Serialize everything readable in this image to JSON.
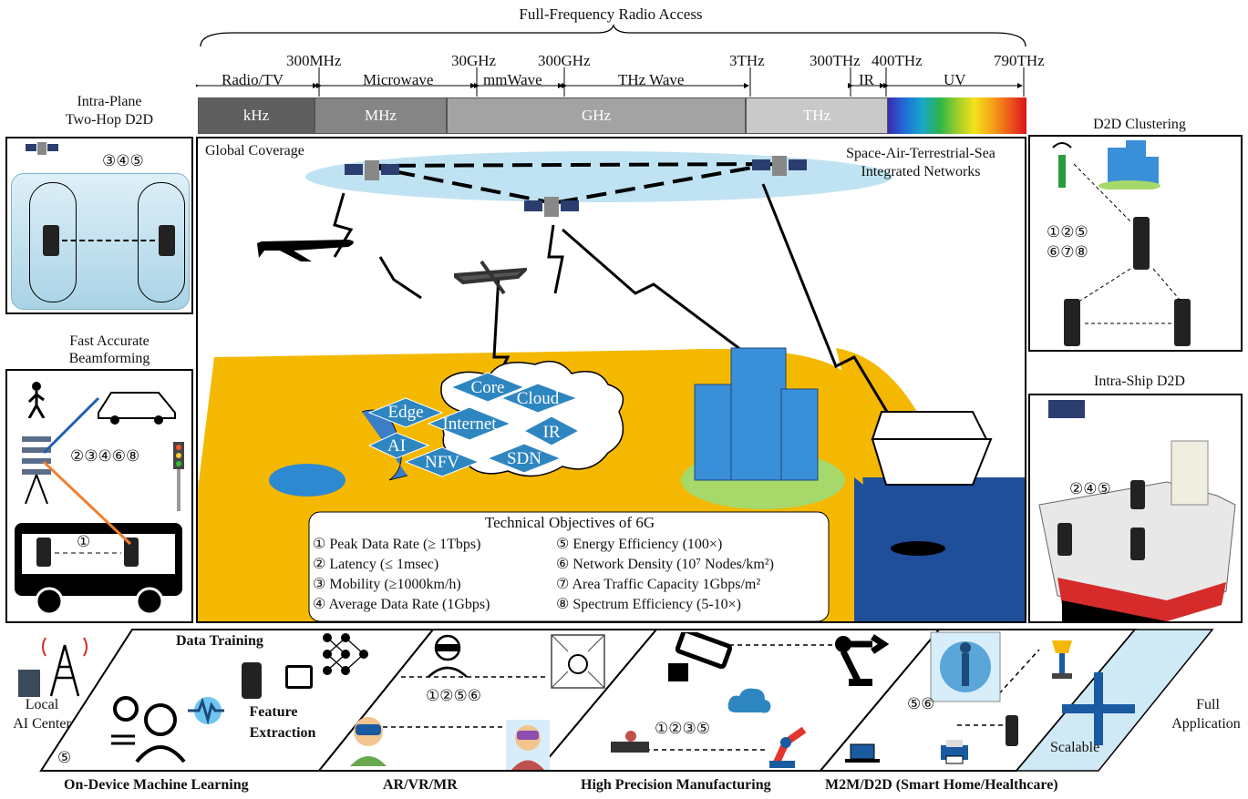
{
  "spectrum": {
    "header": "Full-Frequency Radio Access",
    "frequencies": [
      "300MHz",
      "30GHz",
      "300GHz",
      "3THz",
      "300THz",
      "400THz",
      "790THz"
    ],
    "regions": [
      "Radio/TV",
      "Microwave",
      "mmWave",
      "THz Wave",
      "IR",
      "UV"
    ],
    "bands": [
      "kHz",
      "MHz",
      "GHz",
      "THz"
    ],
    "colors": {
      "khz": "#6b6b6b",
      "mhz": "#8a8a8a",
      "ghz": "#a6a6a6",
      "thz": "#c8c8c8"
    }
  },
  "main": {
    "global_coverage": "Global Coverage",
    "sats_title_1": "Space-Air-Terrestrial-Sea",
    "sats_title_2": "Integrated Networks",
    "cloud_items": [
      "Core",
      "Edge",
      "Cloud",
      "Internet",
      "IR",
      "AI",
      "NFV",
      "SDN"
    ],
    "objectives_title": "Technical Objectives of 6G",
    "objectives_left": [
      "① Peak Data Rate (≥ 1Tbps)",
      "② Latency (≤ 1msec)",
      "③ Mobility (≥1000km/h)",
      "④ Average Data Rate (1Gbps)"
    ],
    "objectives_right": [
      "⑤ Energy Efficiency (100×)",
      "⑥ Network Density (10⁷ Nodes/km²)",
      "⑦ Area Traffic Capacity 1Gbps/m²",
      "⑧ Spectrum Efficiency (5-10×)"
    ],
    "colors": {
      "land": "#f5b800",
      "sea": "#1f4e9a",
      "ellipse": "#bfe3f2",
      "cloud": "#2e86c1",
      "ground": "#c8c8c8"
    }
  },
  "left": {
    "top_title_1": "Intra-Plane",
    "top_title_2": "Two-Hop D2D",
    "top_nums": "③④⑤",
    "mid_title_1": "Fast Accurate",
    "mid_title_2": "Beamforming",
    "mid_nums": "②③④⑥⑧",
    "bus_num": "①"
  },
  "right": {
    "top_title": "D2D Clustering",
    "top_nums_1": "①②⑤",
    "top_nums_2": "⑥⑦⑧",
    "mid_title": "Intra-Ship D2D",
    "mid_nums": "②④⑤"
  },
  "bottom": {
    "local_ai_1": "Local",
    "local_ai_2": "AI Center",
    "data_training": "Data Training",
    "feature_1": "Feature",
    "feature_2": "Extraction",
    "ml_num": "⑤",
    "arvr_nums": "①②⑤⑥",
    "mfg_nums": "①②③⑤",
    "m2m_nums": "⑤⑥",
    "scalable": "Scalable",
    "full_1": "Full",
    "full_2": "Application",
    "labels": [
      "On-Device Machine Learning",
      "AR/VR/MR",
      "High Precision Manufacturing",
      "M2M/D2D (Smart Home/Healthcare)"
    ]
  }
}
